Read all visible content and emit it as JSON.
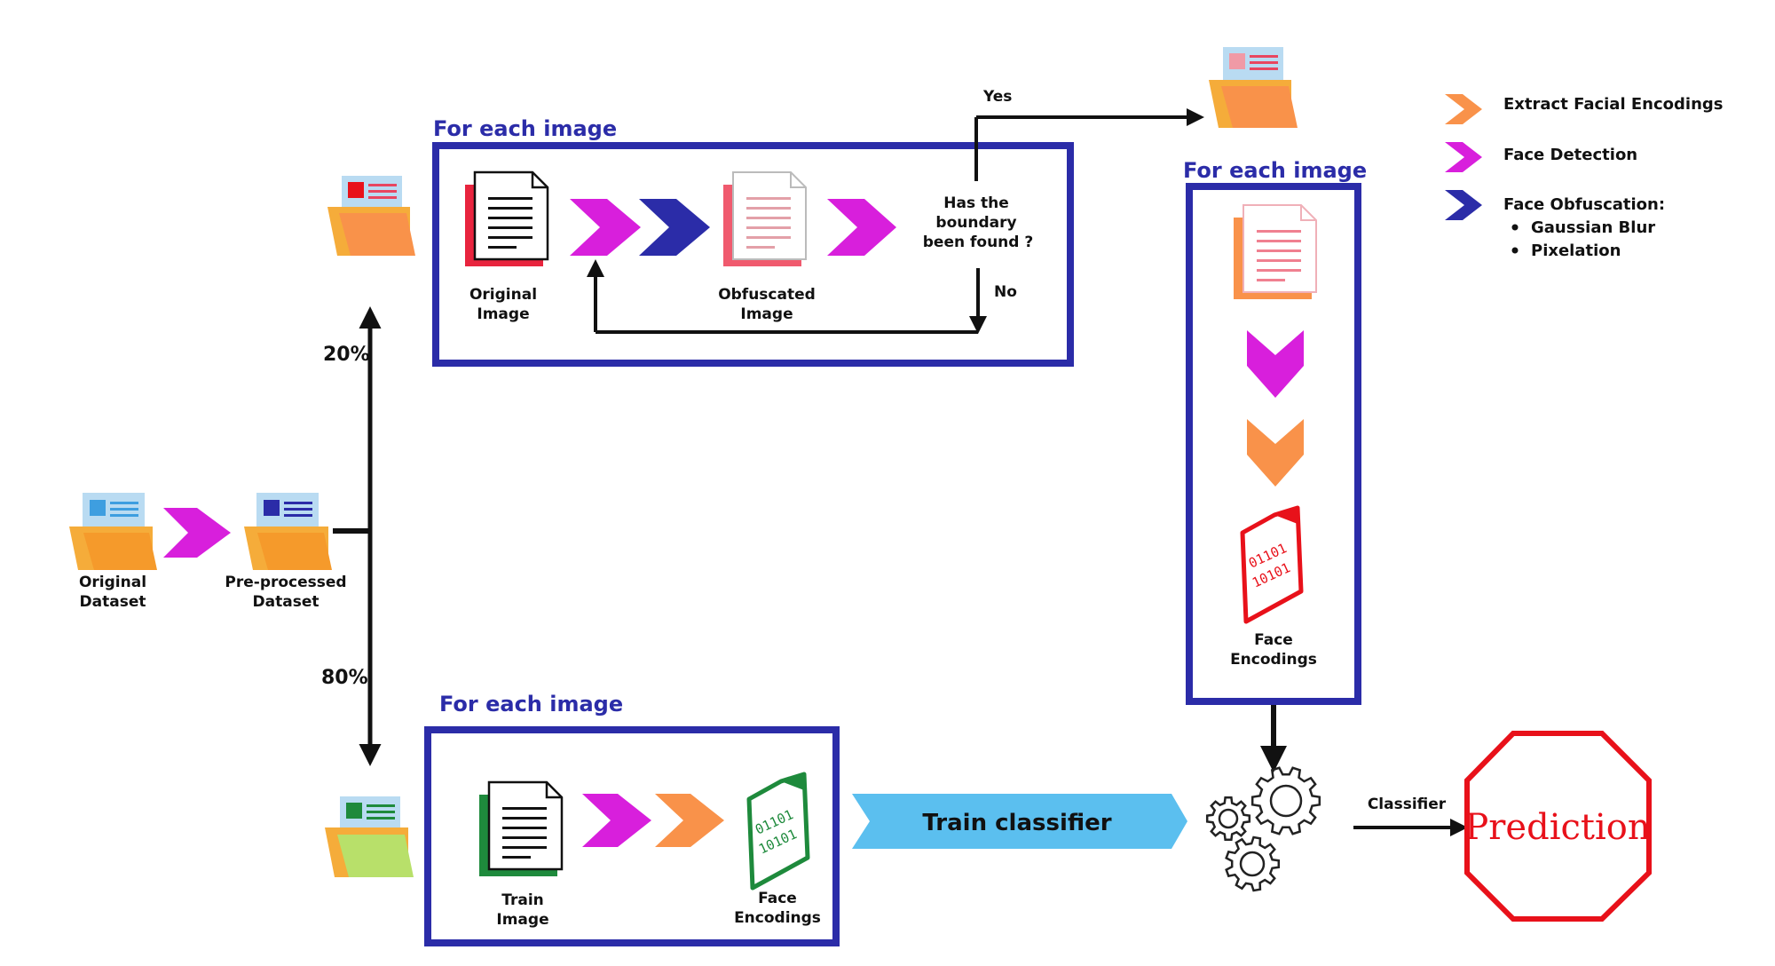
{
  "colors": {
    "frame": "#2b2ca8",
    "magenta": "#d81fdc",
    "orange": "#f9924a",
    "navy": "#2b2ca8",
    "train_bar": "#5bbfef",
    "prediction": "#e8111a"
  },
  "legend": {
    "extract": "Extract Facial Encodings",
    "detect": "Face Detection",
    "obfuscate": "Face Obfuscation:",
    "bullet_1": "Gaussian Blur",
    "bullet_2": "Pixelation"
  },
  "dataset": {
    "original_l1": "Original",
    "original_l2": "Dataset",
    "preproc_l1": "Pre-processed",
    "preproc_l2": "Dataset"
  },
  "split": {
    "top": "20%",
    "bottom": "80%"
  },
  "top_box": {
    "title": "For each image",
    "original_l1": "Original",
    "original_l2": "Image",
    "obfuscated_l1": "Obfuscated",
    "obfuscated_l2": "Image",
    "question_l1": "Has the",
    "question_l2": "boundary",
    "question_l3": "been found ?",
    "yes": "Yes",
    "no": "No"
  },
  "right_box": {
    "title": "For each image",
    "enc_l1": "Face",
    "enc_l2": "Encodings",
    "binary_l1": "01101",
    "binary_l2": "10101"
  },
  "bottom_box": {
    "title": "For each image",
    "train_l1": "Train",
    "train_l2": "Image",
    "enc_l1": "Face",
    "enc_l2": "Encodings",
    "binary_l1": "01101",
    "binary_l2": "10101"
  },
  "train_bar": {
    "label": "Train classifier"
  },
  "classifier": {
    "label": "Classifier"
  },
  "prediction": {
    "label": "Prediction"
  }
}
